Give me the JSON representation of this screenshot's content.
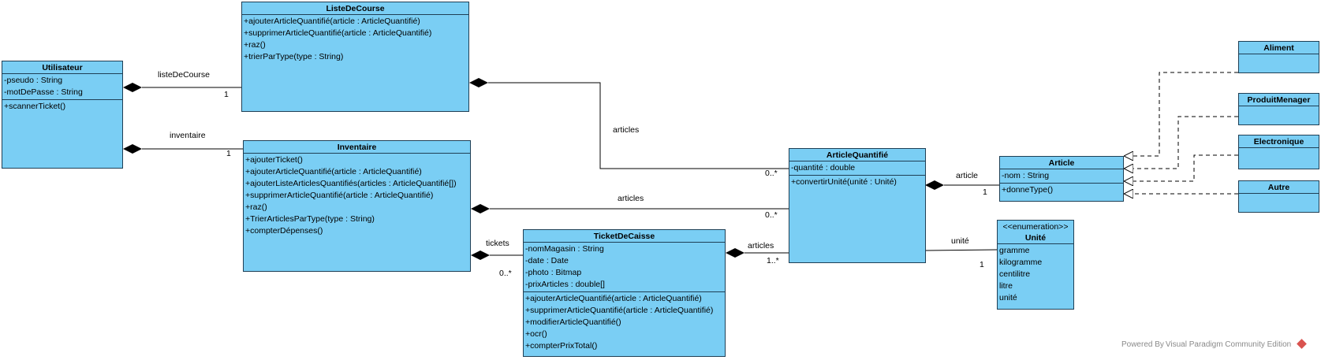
{
  "classes": {
    "utilisateur": {
      "name": "Utilisateur",
      "attributes": [
        "-pseudo : String",
        "-motDePasse : String"
      ],
      "operations": [
        "+scannerTicket()"
      ]
    },
    "listeDeCourse": {
      "name": "ListeDeCourse",
      "attributes": [],
      "operations": [
        "+ajouterArticleQuantifié(article : ArticleQuantifié)",
        "+supprimerArticleQuantifié(article : ArticleQuantifié)",
        "+raz()",
        "+trierParType(type : String)"
      ]
    },
    "inventaire": {
      "name": "Inventaire",
      "attributes": [],
      "operations": [
        "+ajouterTicket()",
        "+ajouterArticleQuantifié(article : ArticleQuantifié)",
        "+ajouterListeArticlesQuantifiés(articles : ArticleQuantifié[])",
        "+supprimerArticleQuantifié(article : ArticleQuantifié)",
        "+raz()",
        "+TrierArticlesParType(type : String)",
        "+compterDépenses()"
      ]
    },
    "ticketDeCaisse": {
      "name": "TicketDeCaisse",
      "attributes": [
        "-nomMagasin : String",
        "-date : Date",
        "-photo : Bitmap",
        "-prixArticles : double[]"
      ],
      "operations": [
        "+ajouterArticleQuantifié(article : ArticleQuantifié)",
        "+supprimerArticleQuantifié(article : ArticleQuantifié)",
        "+modifierArticleQuantifié()",
        "+ocr()",
        "+compterPrixTotal()"
      ]
    },
    "articleQuantifie": {
      "name": "ArticleQuantifié",
      "attributes": [
        "-quantité : double"
      ],
      "operations": [
        "+convertirUnité(unité : Unité)"
      ]
    },
    "article": {
      "name": "Article",
      "attributes": [
        "-nom : String"
      ],
      "operations": [
        "+donneType()"
      ]
    },
    "unite": {
      "stereotype": "<<enumeration>>",
      "name": "Unité",
      "literals": [
        "gramme",
        "kilogramme",
        "centilitre",
        "litre",
        "unité"
      ]
    },
    "aliment": {
      "name": "Aliment"
    },
    "produitMenager": {
      "name": "ProduitMenager"
    },
    "electronique": {
      "name": "Electronique"
    },
    "autre": {
      "name": "Autre"
    }
  },
  "associations": {
    "listeDeCourse": {
      "role": "listeDeCourse",
      "multiplicity": "1"
    },
    "inventaire": {
      "role": "inventaire",
      "multiplicity": "1"
    },
    "listeArticles": {
      "role": "articles",
      "multiplicity": "0..*"
    },
    "inventaireArticles": {
      "role": "articles",
      "multiplicity": "0..*"
    },
    "tickets": {
      "role": "tickets",
      "multiplicity": "0..*"
    },
    "ticketArticles": {
      "role": "articles",
      "multiplicity": "1..*"
    },
    "article": {
      "role": "article",
      "multiplicity": "1"
    },
    "unite": {
      "role": "unité",
      "multiplicity": "1"
    }
  },
  "footer": {
    "powered_by": "Powered By Visual Paradigm Community Edition"
  },
  "colors": {
    "class_fill": "#7ACEF4",
    "class_border": "#1f3f55",
    "line": "#000000"
  }
}
